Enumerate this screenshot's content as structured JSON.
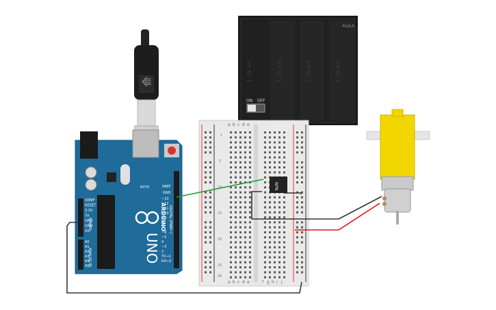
{
  "battery": {
    "label": "4xAA",
    "cell_label": "1.5V AA",
    "switch_off": "OFF",
    "switch_on": "ON"
  },
  "arduino": {
    "brand": "ARDUINO",
    "model": "UNO",
    "digital_label": "DIGITAL (PWM~)",
    "analog_label": "ANALOG IN",
    "power_label": "POWER",
    "reset_label": "RESET",
    "tx_label": "TX",
    "rx_label": "RX",
    "aref": "AREF",
    "gnd": "GND",
    "pins_digital": [
      "~13",
      "~12",
      "~11",
      "~10",
      "~9",
      "8",
      "7",
      "~6",
      "~5",
      "4",
      "~3",
      "2",
      "TX→1",
      "RX←0"
    ],
    "pins_power": [
      "IOREF",
      "RESET",
      "3.3V",
      "5V",
      "GND",
      "GND",
      "Vin"
    ],
    "pins_analog": [
      "A0",
      "A1",
      "A2",
      "A3",
      "A4",
      "A5"
    ]
  },
  "breadboard": {
    "columns_left": [
      "a",
      "b",
      "c",
      "d",
      "e"
    ],
    "columns_right": [
      "f",
      "g",
      "h",
      "i",
      "j"
    ],
    "row_numbers": [
      "1",
      "5",
      "10",
      "15",
      "20",
      "25",
      "30"
    ]
  },
  "transistor": {
    "label": "NPN"
  },
  "colors": {
    "arduino_blue": "#1f6b9a",
    "wire_green": "#1e9a2c",
    "wire_red": "#e01010",
    "wire_black": "#333333",
    "motor_yellow": "#f2d600",
    "battery_black": "#1a1a1a"
  }
}
